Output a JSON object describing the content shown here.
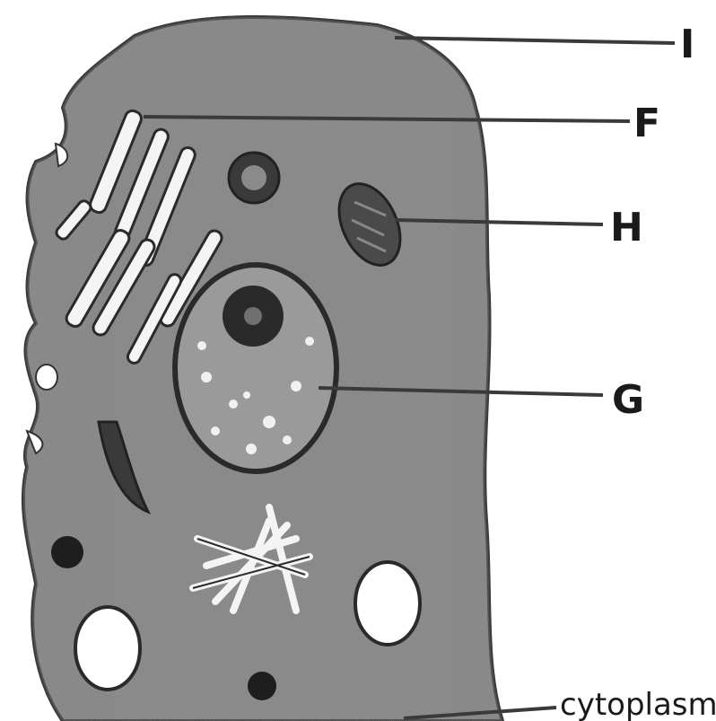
{
  "diagram": {
    "labels": {
      "I": "I",
      "F": "F",
      "H": "H",
      "G": "G",
      "cytoplasm": "cytoplasm"
    }
  }
}
